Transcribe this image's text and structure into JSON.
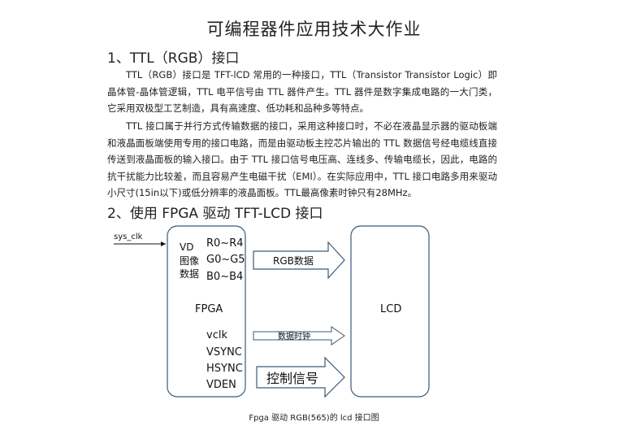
{
  "doc": {
    "title": "可编程器件应用技术大作业",
    "section1_heading": "1、TTL（RGB）接口",
    "para1": "TTL（RGB）接口是 TFT-lCD 常用的一种接口，TTL（Transistor Transistor Logic）即晶体管-晶体管逻辑，TTL 电平信号由 TTL 器件产生。TTL 器件是数字集成电路的一大门类，它采用双极型工艺制造，具有高速度、低功耗和品种多等特点。",
    "para2": "TTL 接口属于并行方式传输数据的接口，采用这种接口时，不必在液晶显示器的驱动板端和液晶面板端使用专用的接口电路，而是由驱动板主控芯片输出的 TTL 数据信号经电缆线直接传送到液晶面板的输入接口。由于 TTL 接口信号电压高、连线多、传输电缆长，因此，电路的抗干扰能力比较差，而且容易产生电磁干扰（EMI）。在实际应用中，TTL 接口电路多用来驱动小尺寸(15in以下)或低分辨率的液晶面板。TTL最高像素时钟只有28MHz。",
    "section2_heading": "2、使用 FPGA 驱动 TFT-LCD 接口"
  },
  "diagram": {
    "sys_clk": "sys_clk",
    "vd": "VD",
    "vd_line2": "图像",
    "vd_line3": "数据",
    "r_bits": "R0~R4",
    "g_bits": "G0~G5",
    "b_bits": "B0~B4",
    "fpga_label": "FPGA",
    "lcd_label": "LCD",
    "vclk": "vclk",
    "vsync": "VSYNC",
    "hsync": "HSYNC",
    "vden": "VDEN",
    "arrow_rgb": "RGB数据",
    "arrow_clock": "数据时钟",
    "arrow_ctrl": "控制信号"
  },
  "caption": "Fpga 驱动 RGB(565)的 lcd 接口图"
}
